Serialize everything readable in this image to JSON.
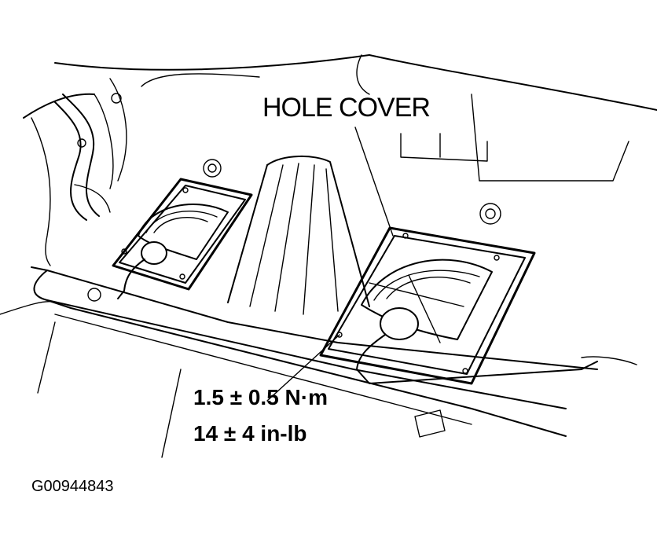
{
  "labels": {
    "hole_cover": "HOLE COVER",
    "torque_metric": "1.5 ± 0.5 N·m",
    "torque_imperial": "14 ± 4 in-lb",
    "figure_id": "G00944843"
  },
  "colors": {
    "ink": "#000000",
    "background": "#ffffff"
  }
}
